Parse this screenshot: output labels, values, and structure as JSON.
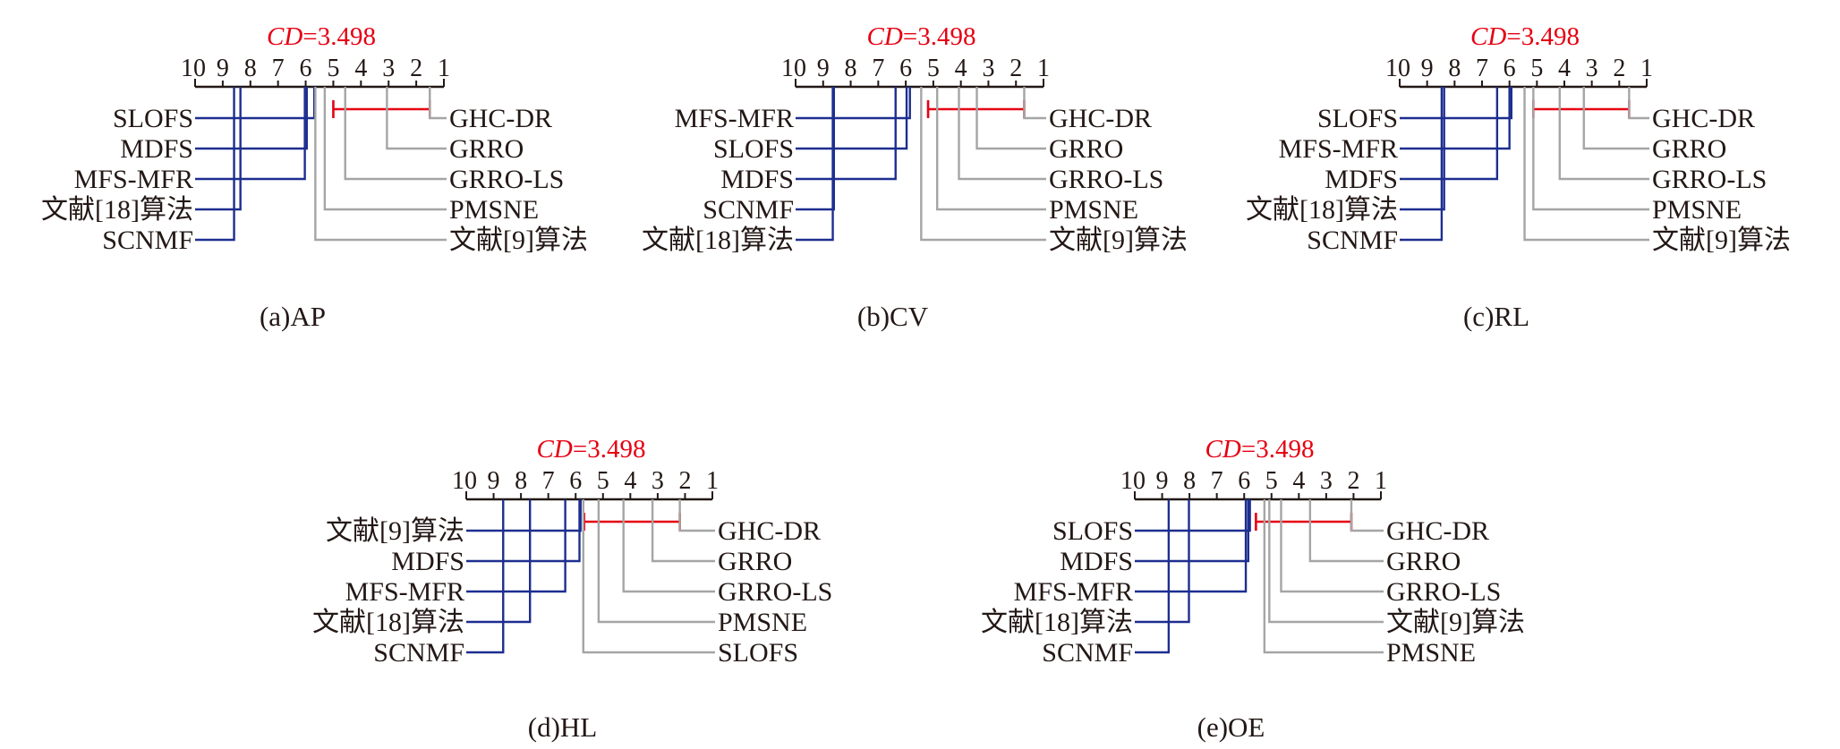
{
  "chart_data": [
    {
      "type": "critical-difference-diagram",
      "id": "a",
      "title": "CD=3.498",
      "cd_label": "CD",
      "cd_value": "=3.498",
      "caption": "(a)AP",
      "axis": {
        "min_rank": 1,
        "max_rank": 10,
        "direction": "descending-left-to-right",
        "tick_labels": [
          "10",
          "9",
          "8",
          "7",
          "6",
          "5",
          "4",
          "3",
          "2",
          "1"
        ]
      },
      "cd_bar": {
        "from": 5.0,
        "to": 1.51
      },
      "left": [
        {
          "label": "SLOFS",
          "rank": 5.69
        },
        {
          "label": "MDFS",
          "rank": 5.96
        },
        {
          "label": "MFS-MFR",
          "rank": 6.03
        },
        {
          "label": "文献[18]算法",
          "rank": 8.36
        },
        {
          "label": "SCNMF",
          "rank": 8.59
        }
      ],
      "right": [
        {
          "label": "GHC-DR",
          "rank": 1.51
        },
        {
          "label": "GRRO",
          "rank": 3.06
        },
        {
          "label": "GRRO-LS",
          "rank": 4.57
        },
        {
          "label": "PMSNE",
          "rank": 5.31
        },
        {
          "label": "文献[9]算法",
          "rank": 5.65
        }
      ]
    },
    {
      "type": "critical-difference-diagram",
      "id": "b",
      "title": "CD=3.498",
      "cd_label": "CD",
      "cd_value": "=3.498",
      "caption": "(b)CV",
      "axis": {
        "min_rank": 1,
        "max_rank": 10,
        "direction": "descending-left-to-right",
        "tick_labels": [
          "10",
          "9",
          "8",
          "7",
          "6",
          "5",
          "4",
          "3",
          "2",
          "1"
        ]
      },
      "cd_bar": {
        "from": 5.19,
        "to": 1.7
      },
      "left": [
        {
          "label": "MFS-MFR",
          "rank": 5.85
        },
        {
          "label": "SLOFS",
          "rank": 5.97
        },
        {
          "label": "MDFS",
          "rank": 6.37
        },
        {
          "label": "SCNMF",
          "rank": 8.61
        },
        {
          "label": "文献[18]算法",
          "rank": 8.65
        }
      ],
      "right": [
        {
          "label": "GHC-DR",
          "rank": 1.7
        },
        {
          "label": "GRRO",
          "rank": 3.42
        },
        {
          "label": "GRRO-LS",
          "rank": 4.07
        },
        {
          "label": "PMSNE",
          "rank": 4.86
        },
        {
          "label": "文献[9]算法",
          "rank": 5.44
        }
      ]
    },
    {
      "type": "critical-difference-diagram",
      "id": "c",
      "title": "CD=3.498",
      "cd_label": "CD",
      "cd_value": "=3.498",
      "caption": "(c)RL",
      "axis": {
        "min_rank": 1,
        "max_rank": 10,
        "direction": "descending-left-to-right",
        "tick_labels": [
          "10",
          "9",
          "8",
          "7",
          "6",
          "5",
          "4",
          "3",
          "2",
          "1"
        ]
      },
      "cd_bar": {
        "from": 5.13,
        "to": 1.64
      },
      "left": [
        {
          "label": "SLOFS",
          "rank": 5.93
        },
        {
          "label": "MFS-MFR",
          "rank": 6.0
        },
        {
          "label": "MDFS",
          "rank": 6.45
        },
        {
          "label": "文献[18]算法",
          "rank": 8.38
        },
        {
          "label": "SCNMF",
          "rank": 8.47
        }
      ],
      "right": [
        {
          "label": "GHC-DR",
          "rank": 1.64
        },
        {
          "label": "GRRO",
          "rank": 3.29
        },
        {
          "label": "GRRO-LS",
          "rank": 4.17
        },
        {
          "label": "PMSNE",
          "rank": 5.13
        },
        {
          "label": "文献[9]算法",
          "rank": 5.45
        }
      ]
    },
    {
      "type": "critical-difference-diagram",
      "id": "d",
      "title": "CD=3.498",
      "cd_label": "CD",
      "cd_value": "=3.498",
      "caption": "(d)HL",
      "axis": {
        "min_rank": 1,
        "max_rank": 10,
        "direction": "descending-left-to-right",
        "tick_labels": [
          "10",
          "9",
          "8",
          "7",
          "6",
          "5",
          "4",
          "3",
          "2",
          "1"
        ]
      },
      "cd_bar": {
        "from": 5.69,
        "to": 2.19
      },
      "left": [
        {
          "label": "文献[9]算法",
          "rank": 5.82
        },
        {
          "label": "MDFS",
          "rank": 5.86
        },
        {
          "label": "MFS-MFR",
          "rank": 6.38
        },
        {
          "label": "文献[18]算法",
          "rank": 7.67
        },
        {
          "label": "SCNMF",
          "rank": 8.65
        }
      ],
      "right": [
        {
          "label": "GHC-DR",
          "rank": 2.19
        },
        {
          "label": "GRRO",
          "rank": 3.19
        },
        {
          "label": "GRRO-LS",
          "rank": 4.25
        },
        {
          "label": "PMSNE",
          "rank": 5.16
        },
        {
          "label": "SLOFS",
          "rank": 5.72
        }
      ]
    },
    {
      "type": "critical-difference-diagram",
      "id": "e",
      "title": "CD=3.498",
      "cd_label": "CD",
      "cd_value": "=3.498",
      "caption": "(e)OE",
      "axis": {
        "min_rank": 1,
        "max_rank": 10,
        "direction": "descending-left-to-right",
        "tick_labels": [
          "10",
          "9",
          "8",
          "7",
          "6",
          "5",
          "4",
          "3",
          "2",
          "1"
        ]
      },
      "cd_bar": {
        "from": 5.57,
        "to": 2.08
      },
      "left": [
        {
          "label": "SLOFS",
          "rank": 5.79
        },
        {
          "label": "MDFS",
          "rank": 5.85
        },
        {
          "label": "MFS-MFR",
          "rank": 5.94
        },
        {
          "label": "文献[18]算法",
          "rank": 8.02
        },
        {
          "label": "SCNMF",
          "rank": 8.76
        }
      ],
      "right": [
        {
          "label": "GHC-DR",
          "rank": 2.08
        },
        {
          "label": "GRRO",
          "rank": 3.59
        },
        {
          "label": "GRRO-LS",
          "rank": 4.65
        },
        {
          "label": "文献[9]算法",
          "rank": 5.08
        },
        {
          "label": "PMSNE",
          "rank": 5.26
        }
      ]
    }
  ],
  "colors": {
    "cd_red": "#e60012",
    "left_group_blue": "#1d2e8f",
    "right_group_gray": "#a5a5a5",
    "text": "#231815"
  }
}
